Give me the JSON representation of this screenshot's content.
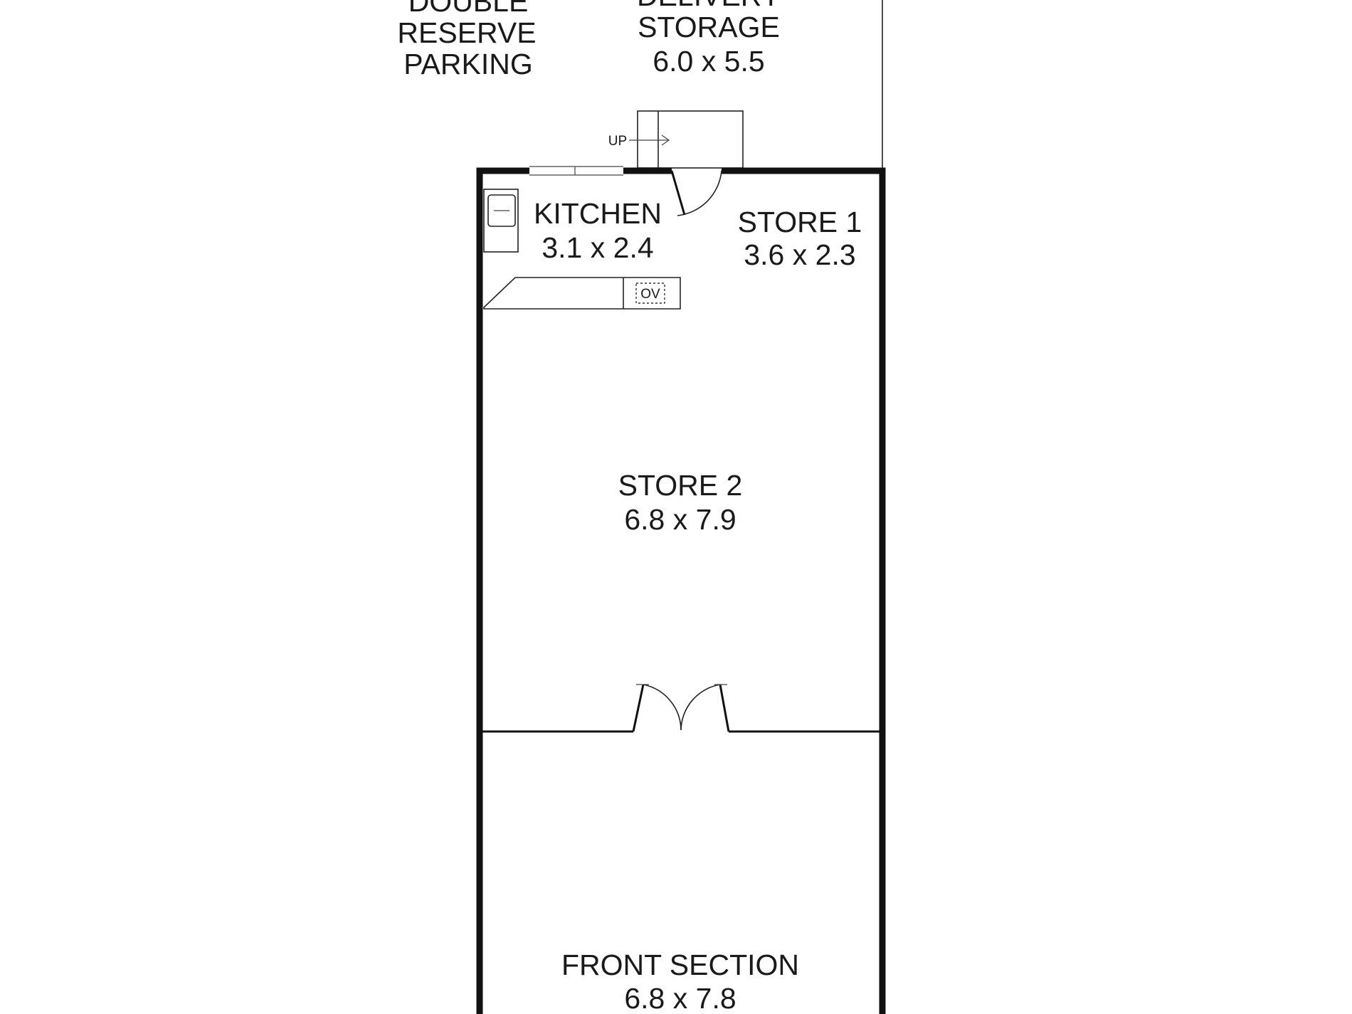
{
  "rooms": {
    "parking": {
      "line1": "DOUBLE",
      "line2": "RESERVE",
      "line3": "PARKING"
    },
    "delivery_storage": {
      "line1": "DELIVERY",
      "line2": "STORAGE",
      "dims": "6.0 x 5.5"
    },
    "kitchen": {
      "name": "KITCHEN",
      "dims": "3.1 x 2.4"
    },
    "store1": {
      "name": "STORE 1",
      "dims": "3.6 x 2.3"
    },
    "store2": {
      "name": "STORE 2",
      "dims": "6.8 x 7.9"
    },
    "front_section": {
      "name": "FRONT SECTION",
      "dims": "6.8 x 7.8"
    }
  },
  "fixtures": {
    "stair_label": "UP",
    "oven_label": "OV"
  },
  "colors": {
    "wall": "#111111",
    "background": "#ffffff"
  }
}
